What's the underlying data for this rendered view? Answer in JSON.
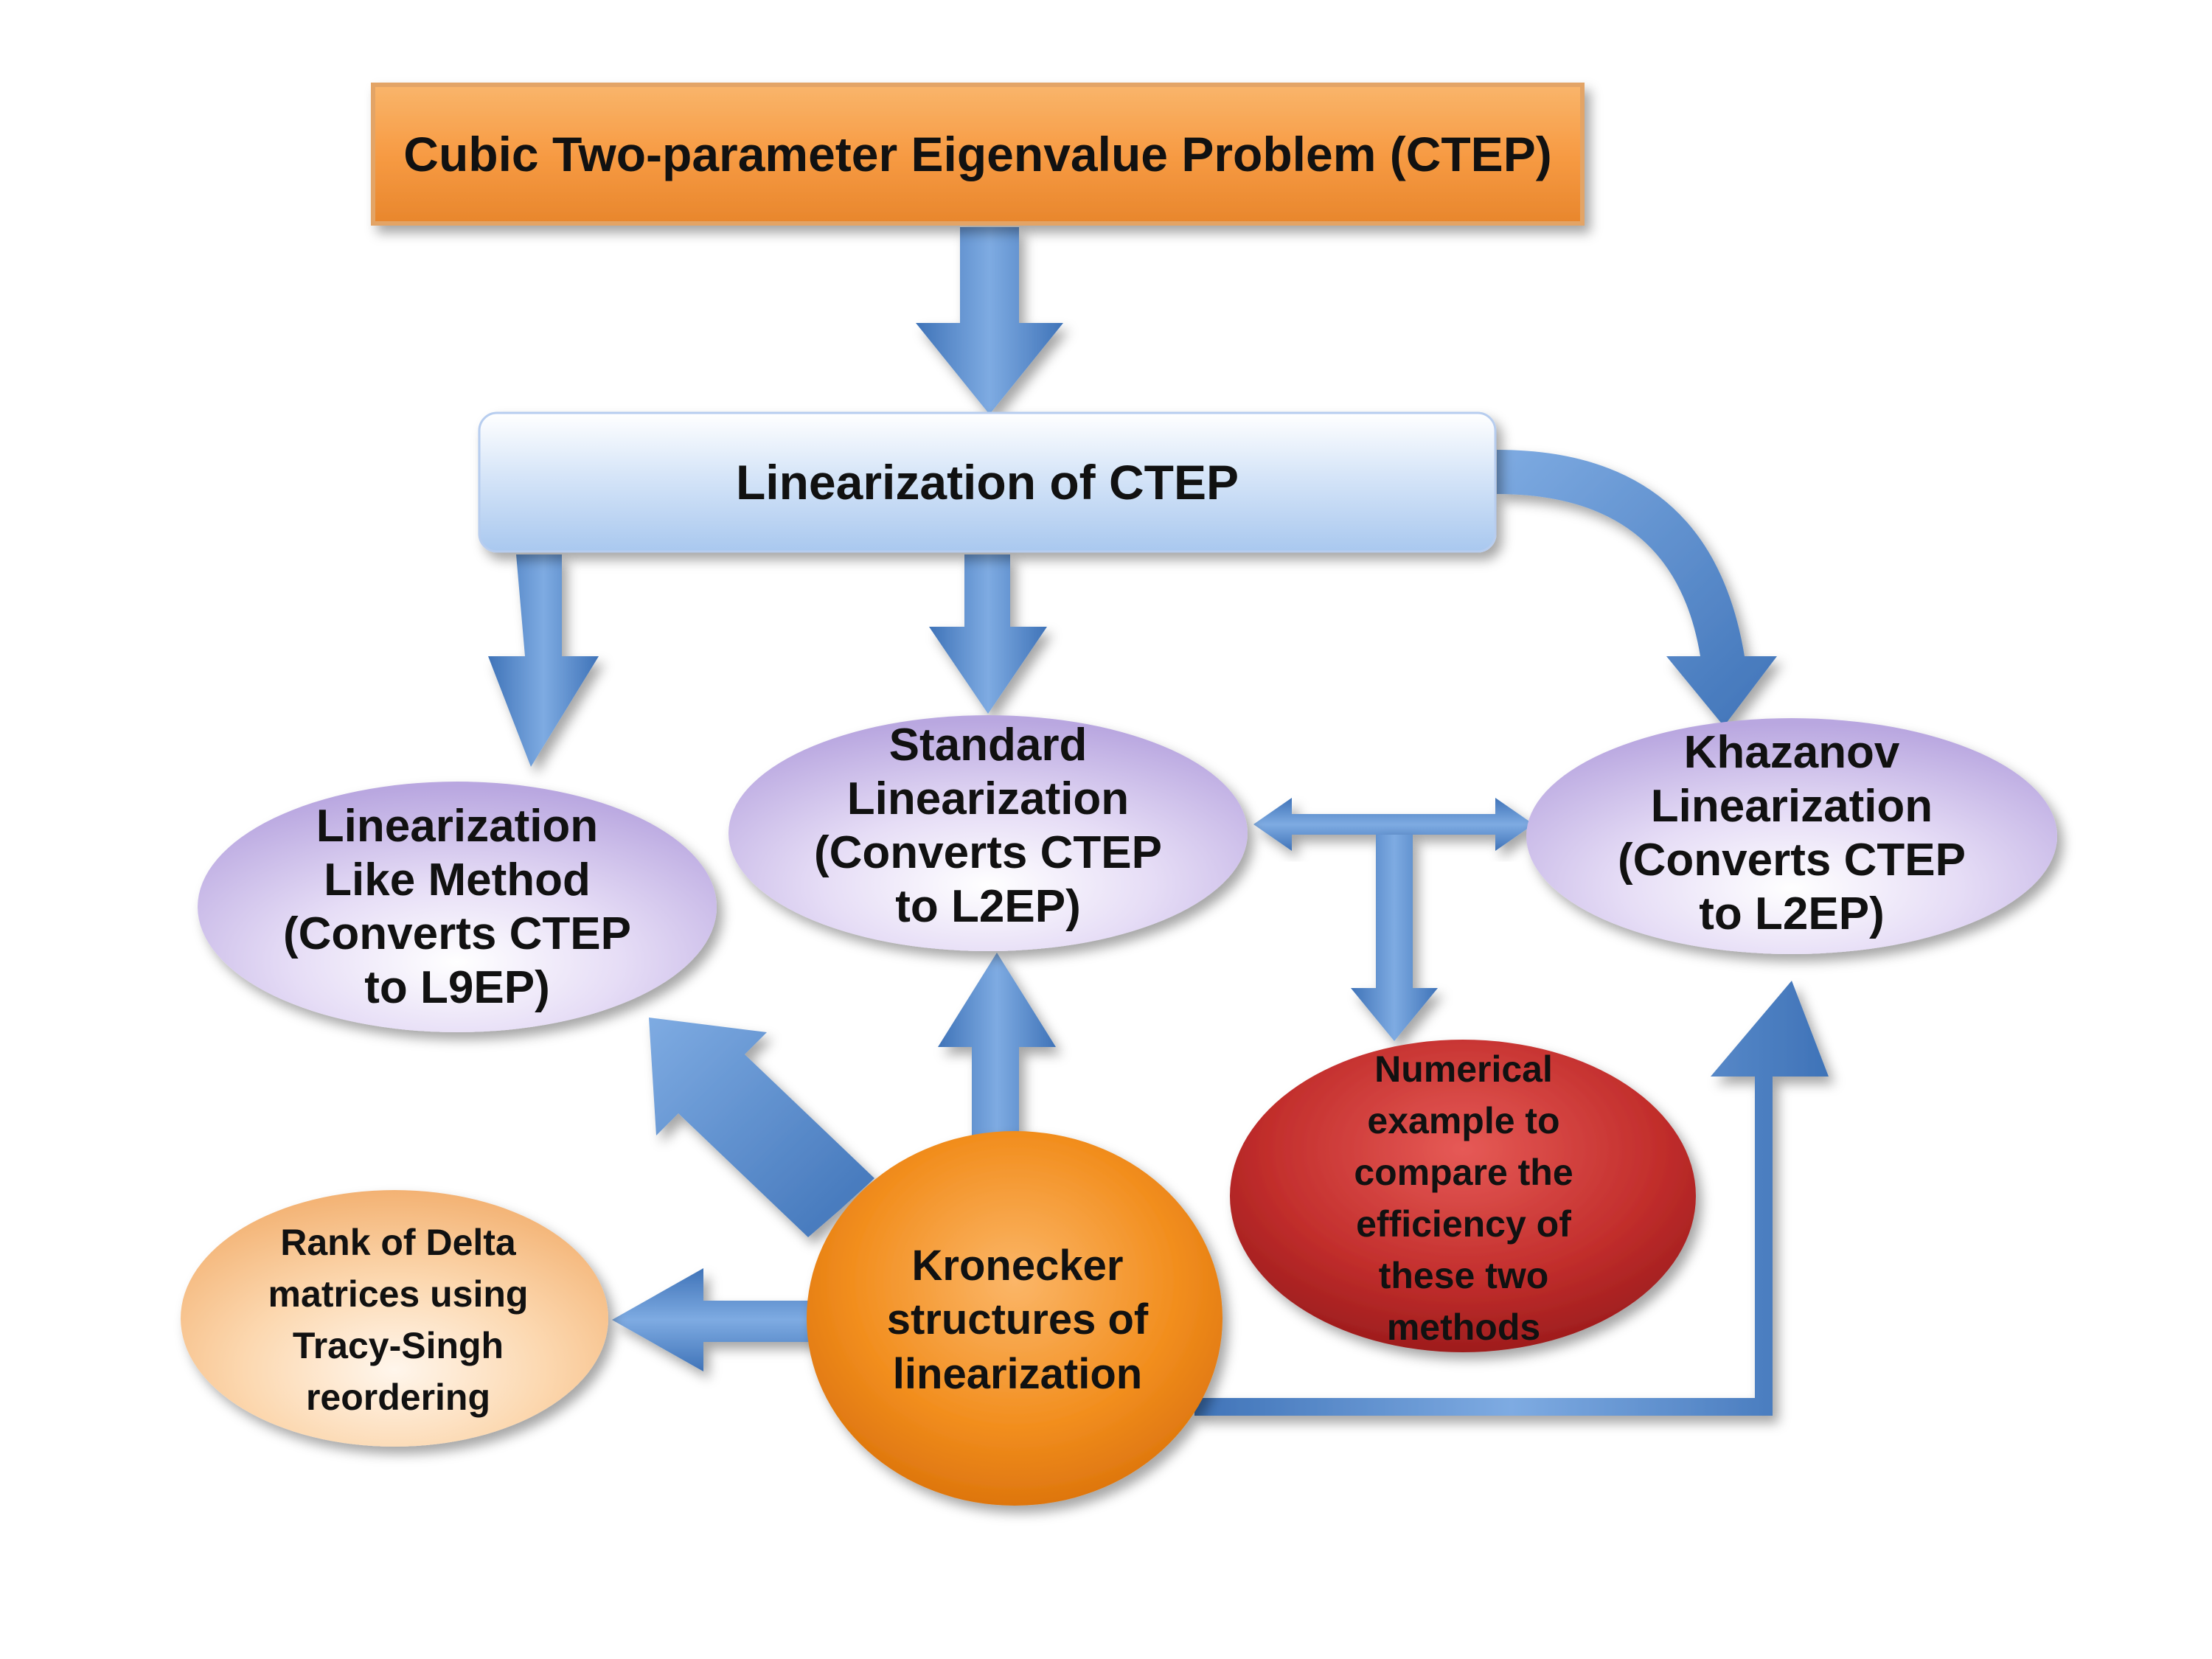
{
  "nodes": {
    "ctep": {
      "lines": [
        "Cubic Two-parameter Eigenvalue Problem (CTEP)"
      ]
    },
    "linearization": {
      "lines": [
        "Linearization of CTEP"
      ]
    },
    "like_method": {
      "lines": [
        "Linearization",
        "Like Method",
        "(Converts CTEP",
        "to L9EP)"
      ]
    },
    "standard": {
      "lines": [
        "Standard",
        "Linearization",
        "(Converts CTEP",
        "to L2EP)"
      ]
    },
    "khazanov": {
      "lines": [
        "Khazanov",
        "Linearization",
        "(Converts CTEP",
        "to L2EP)"
      ]
    },
    "numerical": {
      "lines": [
        "Numerical",
        "example to",
        "compare the",
        "efficiency of",
        "these two",
        "methods"
      ]
    },
    "kronecker": {
      "lines": [
        "Kronecker",
        "structures of",
        "linearization"
      ]
    },
    "rank": {
      "lines": [
        "Rank of Delta",
        "matrices using",
        "Tracy-Singh",
        "reordering"
      ]
    }
  },
  "colors": {
    "arrow": "#5b8fd0",
    "ctep_box": "#f7a04a",
    "linearization_box": "#c8dcf6",
    "lavender_ellipse": "#d5c8ee",
    "kronecker_ellipse": "#f08a18",
    "numerical_ellipse": "#c0282a",
    "rank_ellipse": "#fbd1a4"
  }
}
